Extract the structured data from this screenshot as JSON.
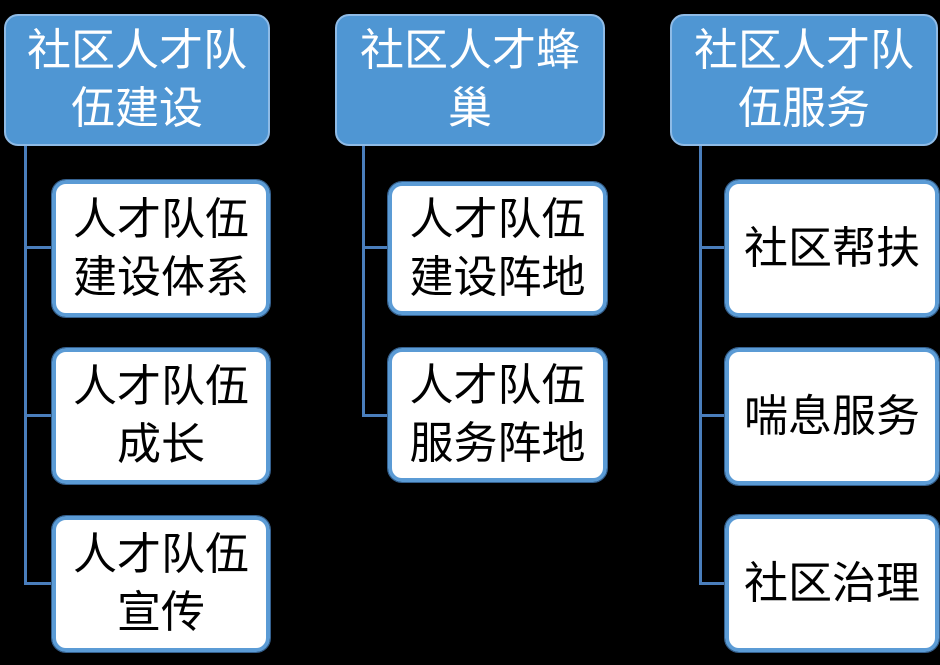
{
  "diagram": {
    "type": "org-hierarchy",
    "columns": [
      {
        "header": "社区人才队伍建设",
        "children": [
          "人才队伍建设体系",
          "人才队伍成长",
          "人才队伍宣传"
        ]
      },
      {
        "header": "社区人才蜂巢",
        "children": [
          "人才队伍建设阵地",
          "人才队伍服务阵地"
        ]
      },
      {
        "header": "社区人才队伍服务",
        "children": [
          "社区帮扶",
          "喘息服务",
          "社区治理"
        ]
      }
    ]
  },
  "colors": {
    "background": "#000000",
    "header_fill": "#4f96d3",
    "header_border": "#8fbbe6",
    "header_text": "#ffffff",
    "child_fill": "#ffffff",
    "child_border": "#5b9bd5",
    "child_text": "#000000",
    "connector": "#4a7ebc"
  }
}
